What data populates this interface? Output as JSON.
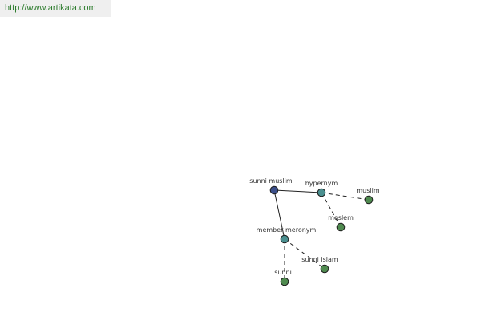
{
  "source_url": "http://www.artikata.com",
  "nodes": {
    "sunni_muslim": {
      "label": "sunni muslim",
      "color": "#3b4f8a"
    },
    "hypernym": {
      "label": "hypernym",
      "color": "#4a8f8f"
    },
    "muslim": {
      "label": "muslim",
      "color": "#4f8a4f"
    },
    "moslem": {
      "label": "moslem",
      "color": "#4f8a4f"
    },
    "member_meronym": {
      "label": "member meronym",
      "color": "#4a8f8f"
    },
    "sunni_islam": {
      "label": "sunni islam",
      "color": "#4f8a4f"
    },
    "sunni": {
      "label": "sunni",
      "color": "#4f8a4f"
    }
  },
  "edges": [
    {
      "from": "sunni_muslim",
      "to": "hypernym",
      "style": "solid"
    },
    {
      "from": "sunni_muslim",
      "to": "member_meronym",
      "style": "solid"
    },
    {
      "from": "hypernym",
      "to": "muslim",
      "style": "dashed"
    },
    {
      "from": "hypernym",
      "to": "moslem",
      "style": "dashed"
    },
    {
      "from": "member_meronym",
      "to": "sunni_islam",
      "style": "dashed"
    },
    {
      "from": "member_meronym",
      "to": "sunni",
      "style": "dashed"
    }
  ]
}
